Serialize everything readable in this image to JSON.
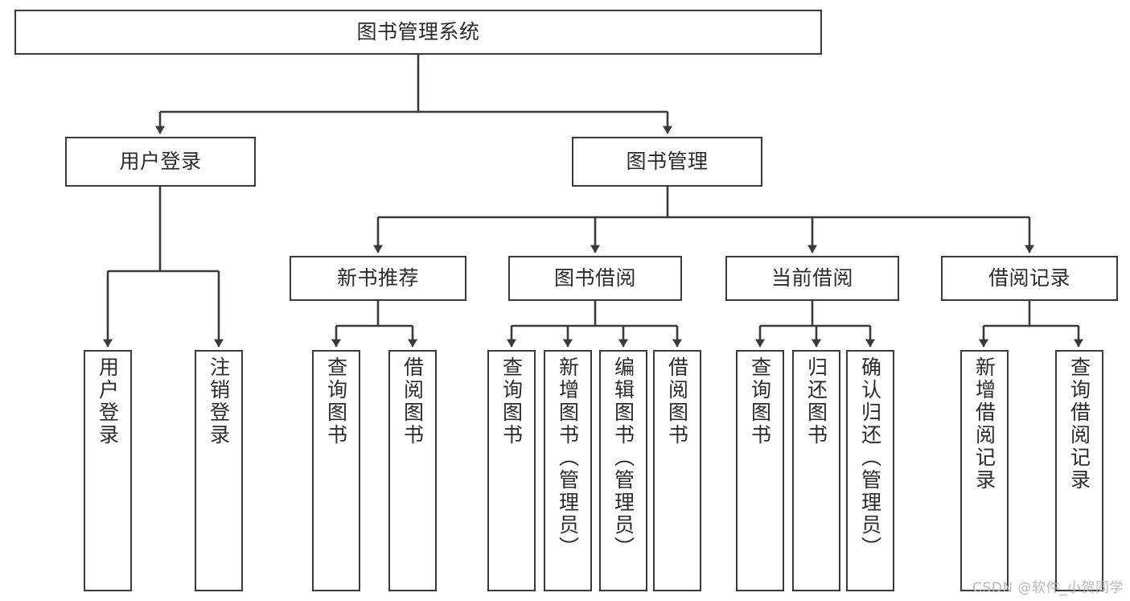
{
  "diagram": {
    "title": "图书管理系统",
    "type": "tree",
    "watermark": "CSDN @软件_小贺同学",
    "colors": {
      "box_border": "#3a3a3a",
      "box_fill": "#ffffff",
      "text": "#2b2b2b",
      "connector": "#3a3a3a",
      "watermark": "#b9b9b9"
    },
    "nodes": {
      "root": {
        "label": "图书管理系统"
      },
      "level2": [
        {
          "id": "user-login",
          "label": "用户登录"
        },
        {
          "id": "book-manage",
          "label": "图书管理"
        }
      ],
      "level3": [
        {
          "id": "new-book-recommend",
          "label": "新书推荐"
        },
        {
          "id": "book-borrow",
          "label": "图书借阅"
        },
        {
          "id": "current-borrow",
          "label": "当前借阅"
        },
        {
          "id": "borrow-record",
          "label": "借阅记录"
        }
      ],
      "leaves": {
        "user-login": [
          {
            "id": "leaf-user-login",
            "label": "用户登录"
          },
          {
            "id": "leaf-logout-login",
            "label": "注销登录"
          }
        ],
        "new-book-recommend": [
          {
            "id": "leaf-query-book-1",
            "label": "查询图书"
          },
          {
            "id": "leaf-borrow-book-1",
            "label": "借阅图书"
          }
        ],
        "book-borrow": [
          {
            "id": "leaf-query-book-2",
            "label": "查询图书"
          },
          {
            "id": "leaf-add-book-admin",
            "label": "新增图书（管理员）"
          },
          {
            "id": "leaf-edit-book-admin",
            "label": "编辑图书（管理员）"
          },
          {
            "id": "leaf-borrow-book-2",
            "label": "借阅图书"
          }
        ],
        "current-borrow": [
          {
            "id": "leaf-query-book-3",
            "label": "查询图书"
          },
          {
            "id": "leaf-return-book",
            "label": "归还图书"
          },
          {
            "id": "leaf-confirm-return-admin",
            "label": "确认归还（管理员）"
          }
        ],
        "borrow-record": [
          {
            "id": "leaf-add-borrow-record",
            "label": "新增借阅记录"
          },
          {
            "id": "leaf-query-borrow-record",
            "label": "查询借阅记录"
          }
        ]
      }
    }
  }
}
